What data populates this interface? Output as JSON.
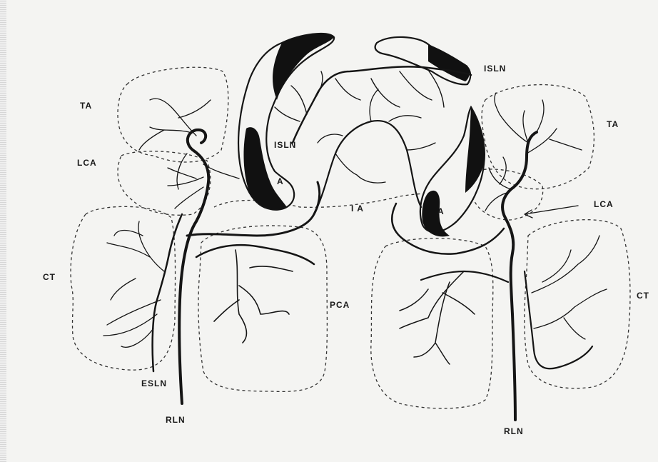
{
  "figure": {
    "background": "#f4f4f2",
    "ink": "#151515",
    "labels": {
      "ta_left": "TA",
      "lca_left": "LCA",
      "ct_left": "CT",
      "esln": "ESLN",
      "rln_left": "RLN",
      "isln_center": "ISLN",
      "a_left": "A",
      "ia": "I A",
      "pca": "PCA",
      "isln_top": "ISLN",
      "ta_right": "TA",
      "lca_right": "LCA",
      "a_right": "A",
      "ct_right": "CT",
      "rln_right": "RLN"
    }
  }
}
